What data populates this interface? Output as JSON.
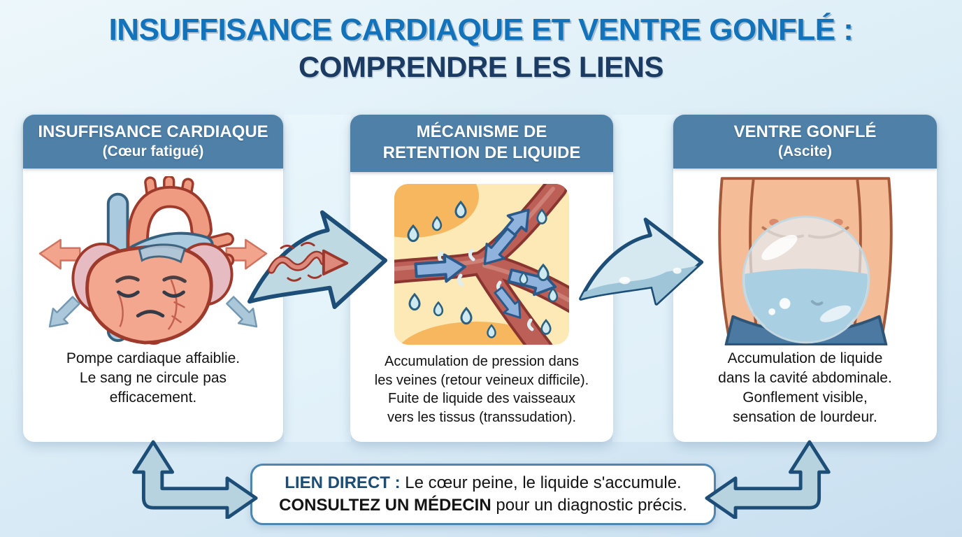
{
  "title": {
    "line1": "INSUFFISANCE CARDIAQUE ET VENTRE GONFLÉ :",
    "line2": "COMPRENDRE LES LIENS"
  },
  "panels": [
    {
      "header_line1": "INSUFFISANCE CARDIAQUE",
      "header_line2": "(Cœur fatigué)",
      "illustration": "tired-heart",
      "caption_lines": [
        "Pompe cardiaque affaiblie.",
        "Le sang ne circule pas",
        "efficacement."
      ]
    },
    {
      "header_line1": "MÉCANISME DE",
      "header_line2": "RETENTION DE LIQUIDE",
      "illustration": "fluid-leak-vessels",
      "caption_lines": [
        "Accumulation de pression dans",
        "les veines (retour veineux difficile).",
        "Fuite de liquide des vaisseaux",
        "vers les tissus (transsudation)."
      ]
    },
    {
      "header_line1": "VENTRE GONFLÉ",
      "header_line2": "(Ascite)",
      "illustration": "ascites-belly",
      "caption_lines": [
        "Accumulation de liquide",
        "dans la cavité abdominale.",
        "Gonflement visible,",
        "sensation de lourdeur."
      ]
    }
  ],
  "banner": {
    "label": "LIEN DIRECT :",
    "text1": "Le cœur peine, le liquide s'accumule.",
    "bold2": "CONSULTEZ UN MÉDECIN",
    "text2": "pour un diagnostic précis."
  },
  "colors": {
    "title_blue": "#1273ba",
    "title_navy": "#1c3b62",
    "header_bg": "#4e80a8",
    "banner_border": "#4d86b0",
    "banner_label": "#1d4d74",
    "arrow_fill": "#bfd9e2",
    "arrow_outline": "#1d4e78",
    "vessel_red": "#bb5f57",
    "droplet_blue": "#cfe9f0",
    "skin": "#f4bd98",
    "pants_blue": "#4b79a2"
  }
}
